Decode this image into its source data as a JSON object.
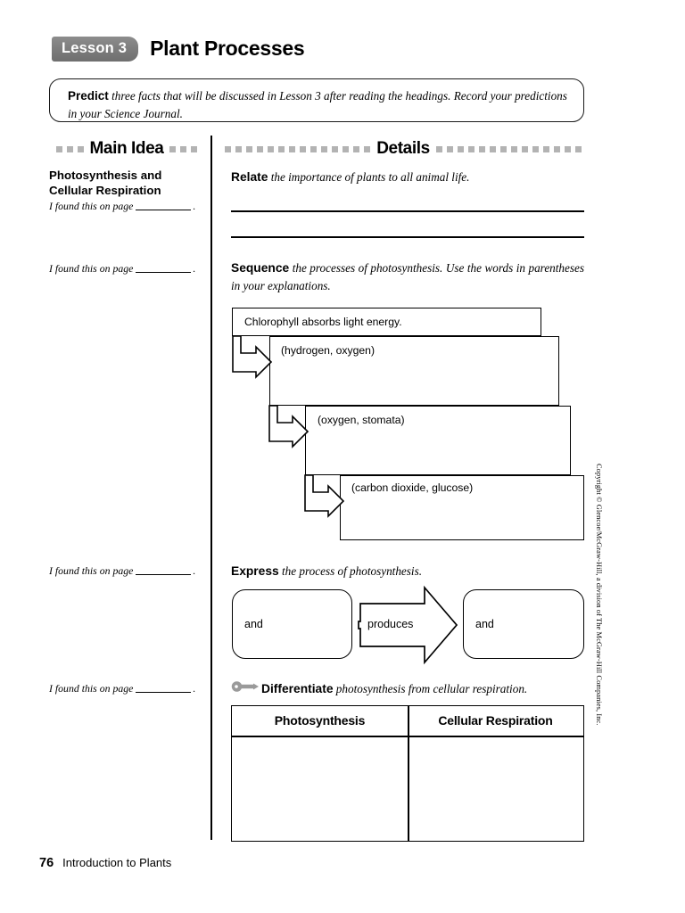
{
  "header": {
    "lesson_badge": "Lesson 3",
    "title": "Plant Processes"
  },
  "predict": {
    "keyword": "Predict",
    "text": " three facts that will be discussed in Lesson 3 after reading the headings. Record your predictions in your Science Journal."
  },
  "columns": {
    "main_idea_heading": "Main Idea",
    "details_heading": "Details",
    "main_idea_square_count": 3,
    "details_square_count": 14
  },
  "main_idea": {
    "topic": "Photosynthesis and Cellular Respiration",
    "found_label": "I found this on page",
    "found_suffix": "."
  },
  "details": {
    "relate": {
      "keyword": "Relate",
      "text": " the importance of plants to all animal life."
    },
    "sequence": {
      "keyword": "Sequence",
      "text": " the processes of photosynthesis. Use the words in parentheses in your explanations.",
      "steps": [
        "Chlorophyll absorbs light energy.",
        "(hydrogen, oxygen)",
        "(oxygen, stomata)",
        "(carbon dioxide, glucose)"
      ]
    },
    "express": {
      "keyword": "Express",
      "text": " the process of photosynthesis.",
      "left_box": "and",
      "arrow_label": "produces",
      "right_box": "and"
    },
    "differentiate": {
      "keyword": "Differentiate",
      "text": " photosynthesis from cellular respiration.",
      "icon": "key-icon",
      "table": {
        "headers": [
          "Photosynthesis",
          "Cellular Respiration"
        ],
        "rows": [
          [
            "",
            ""
          ]
        ]
      }
    }
  },
  "copyright": "Copyright © Glencoe/McGraw-Hill, a division of The McGraw-Hill Companies, Inc.",
  "footer": {
    "page_number": "76",
    "chapter_title": "Introduction to Plants"
  },
  "colors": {
    "badge_gray": "#7b7b7b",
    "square_gray": "#b3b3b3",
    "key_gray": "#9a9a9a",
    "rule_black": "#000000"
  }
}
